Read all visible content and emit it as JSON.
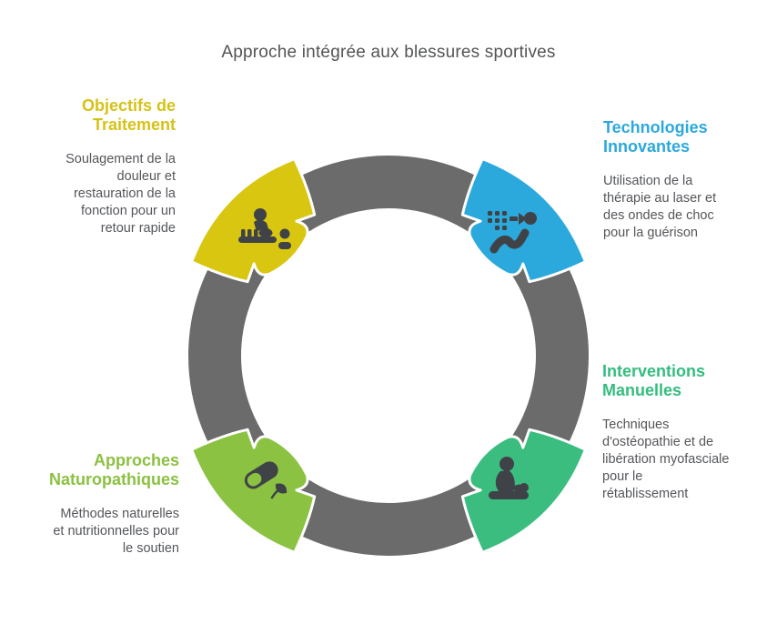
{
  "title": "Approche intégrée aux blessures sportives",
  "diagram": {
    "ring_color": "#6b6b6b",
    "background": "#ffffff",
    "title_color": "#535456",
    "text_color": "#54565a",
    "icon_color": "#3f4347"
  },
  "sections": [
    {
      "id": "objectifs-de-traitement",
      "position": "top-left",
      "heading": "Objectifs de Traitement",
      "body": "Soulagement de la douleur et restauration de la fonction pour un retour rapide",
      "color": "#d9c611",
      "heading_color": "#d6c215",
      "icon": "massage-table-icon"
    },
    {
      "id": "technologies-innovantes",
      "position": "top-right",
      "heading": "Technologies Innovantes",
      "body": "Utilisation de la thérapie au laser et des ondes de choc pour la guérison",
      "color": "#2ba8dc",
      "heading_color": "#2ba8dc",
      "icon": "laser-therapy-icon"
    },
    {
      "id": "interventions-manuelles",
      "position": "right",
      "heading": "Interventions Manuelles",
      "body": "Techniques d'ostéopathie et de libération myofasciale pour le rétablissement",
      "color": "#3bbd80",
      "heading_color": "#33bd7e",
      "icon": "manual-therapy-icon"
    },
    {
      "id": "approches-naturopathiques",
      "position": "bottom-left",
      "heading": "Approches Naturopathiques",
      "body": "Méthodes naturelles et nutritionnelles pour le soutien",
      "color": "#8cc242",
      "heading_color": "#8bc140",
      "icon": "pill-leaf-icon"
    }
  ]
}
